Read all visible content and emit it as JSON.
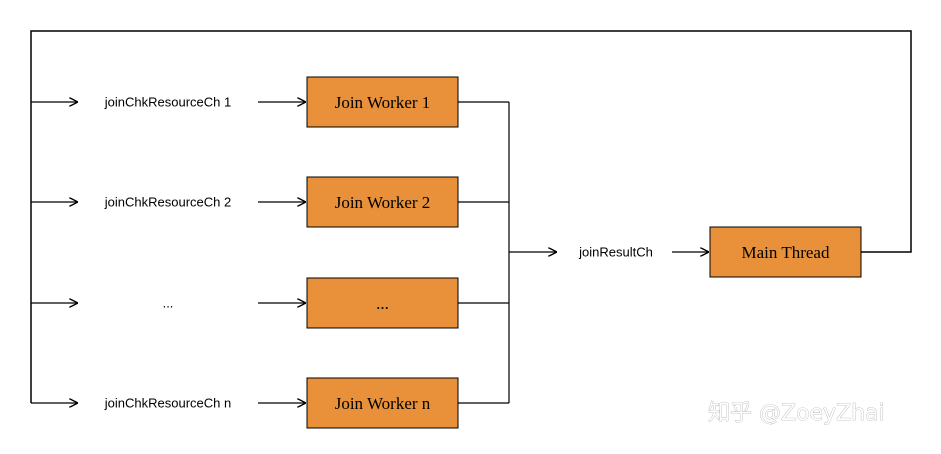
{
  "colors": {
    "node_fill": "#E8913A",
    "node_stroke": "#000000",
    "edge": "#000000",
    "background": "#FFFFFF"
  },
  "channels": [
    {
      "label": "joinChkResourceCh 1"
    },
    {
      "label": "joinChkResourceCh 2"
    },
    {
      "label": "..."
    },
    {
      "label": "joinChkResourceCh n"
    }
  ],
  "workers": [
    {
      "label": "Join Worker 1"
    },
    {
      "label": "Join Worker 2"
    },
    {
      "label": "..."
    },
    {
      "label": "Join Worker n"
    }
  ],
  "result_channel": {
    "label": "joinResultCh"
  },
  "main_thread": {
    "label": "Main Thread"
  },
  "watermark": {
    "text": "知乎 @ZoeyZhai"
  }
}
